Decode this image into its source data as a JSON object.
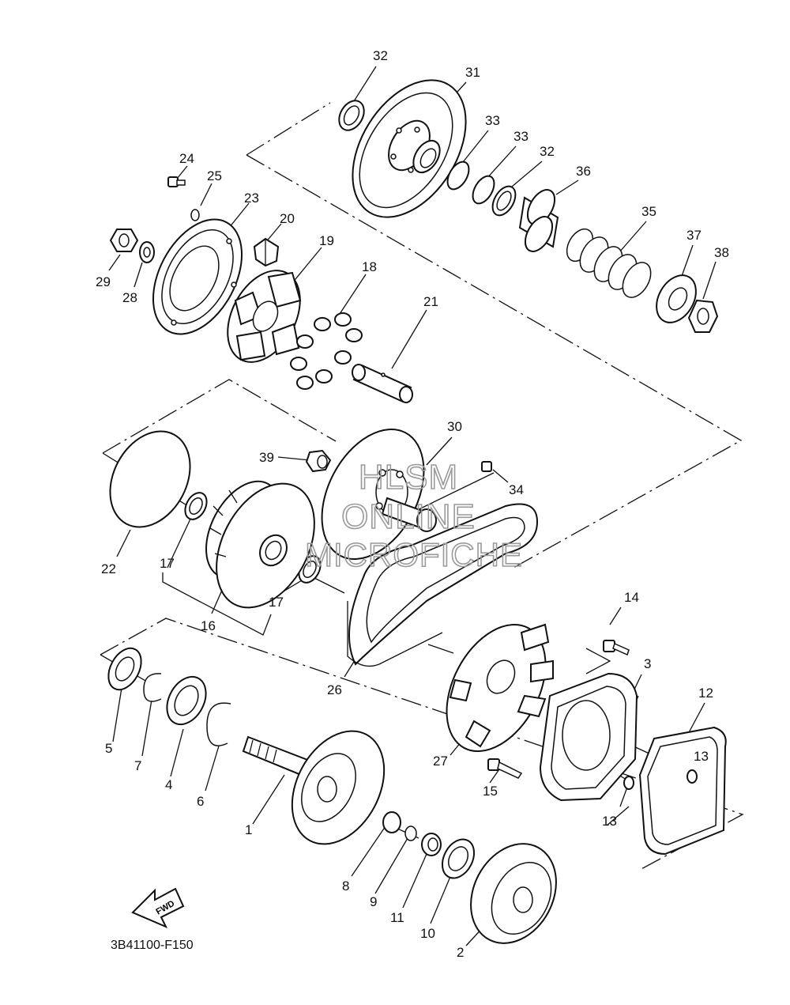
{
  "diagram_code": "3B41100-F150",
  "fwd_label": "FWD",
  "watermark": [
    "HLSM",
    "ONLINE",
    "MICROFICHE"
  ],
  "callouts": {
    "c1": "1",
    "c2": "2",
    "c3": "3",
    "c4": "4",
    "c5": "5",
    "c6": "6",
    "c7": "7",
    "c8": "8",
    "c9": "9",
    "c10": "10",
    "c11": "11",
    "c12": "12",
    "c13a": "13",
    "c13b": "13",
    "c14": "14",
    "c15": "15",
    "c16": "16",
    "c17a": "17",
    "c17b": "17",
    "c18": "18",
    "c19": "19",
    "c20": "20",
    "c21": "21",
    "c22": "22",
    "c23": "23",
    "c24": "24",
    "c25": "25",
    "c26": "26",
    "c27": "27",
    "c28": "28",
    "c29": "29",
    "c30": "30",
    "c31": "31",
    "c32a": "32",
    "c32b": "32",
    "c33a": "33",
    "c33b": "33",
    "c34": "34",
    "c35": "35",
    "c36": "36",
    "c37": "37",
    "c38": "38",
    "c39": "39"
  }
}
